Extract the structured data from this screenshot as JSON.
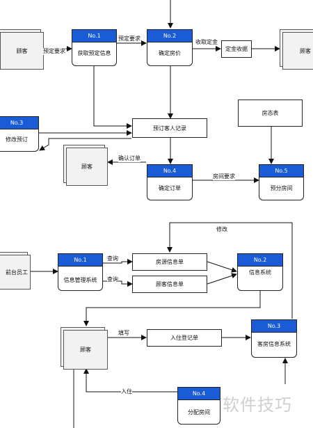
{
  "top": {
    "ext_customer_left": "顾客",
    "ext_customer_right": "顾客",
    "p1": {
      "id": "No.1",
      "label": "获取预定信息"
    },
    "p2": {
      "id": "No.2",
      "label": "确定房价"
    },
    "p3": {
      "id": "No.3",
      "label": "修改预订"
    },
    "p4": {
      "id": "No.4",
      "label": "确定订单"
    },
    "p5": {
      "id": "No.5",
      "label": "预分房间"
    },
    "store_deposit": "定金收据",
    "store_guest_record": "预订客人记录",
    "store_room_status": "房态表",
    "ext_customer_mid": "顾客",
    "labels": {
      "booking_req_1": "预定要求",
      "booking_req_2": "预定要求",
      "collect_deposit": "收取定金",
      "confirm_order": "确认订单",
      "room_req": "房间要求"
    }
  },
  "bottom": {
    "ext_front_desk": "前台员工",
    "p1": {
      "id": "No.1",
      "label": "信息管理系统"
    },
    "p2": {
      "id": "No.2",
      "label": "信息系统"
    },
    "p3": {
      "id": "No.3",
      "label": "客房信息系统"
    },
    "p4": {
      "id": "No.4",
      "label": "分配房间"
    },
    "store_room_info": "房源信息单",
    "store_guest_info": "顾客信息单",
    "store_checkin": "入住登记单",
    "ext_customer": "顾客",
    "labels": {
      "query_1": "查询",
      "query_2": "查询",
      "modify": "修改",
      "fill_in": "填写",
      "check_in": "入住"
    }
  },
  "watermark": "软件技巧"
}
